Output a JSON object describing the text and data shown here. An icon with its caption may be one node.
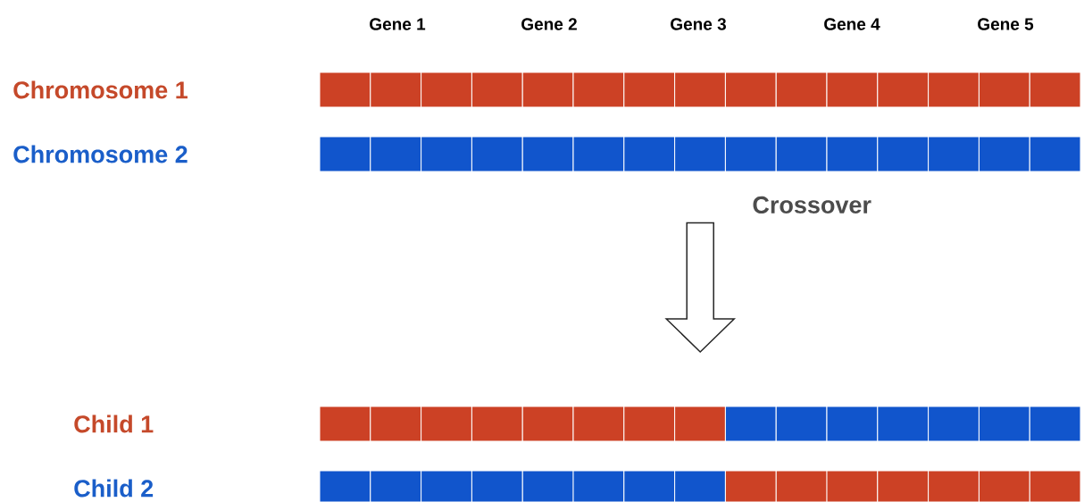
{
  "diagram": {
    "nodes": [
      {
        "text": [
          "Chromosome 1"
        ]
      },
      {
        "text": [
          "Chromosome 2"
        ]
      },
      {
        "text": [
          "Child 1"
        ]
      },
      {
        "text": [
          "Child 2"
        ]
      }
    ],
    "edges": [
      {
        "from": 1,
        "to": 2,
        "arrow": "to",
        "label": "Crossover"
      }
    ],
    "labels": [
      "Gene 1",
      "Gene 2",
      "Gene 3",
      "Gene 4",
      "Gene 5"
    ]
  }
}
